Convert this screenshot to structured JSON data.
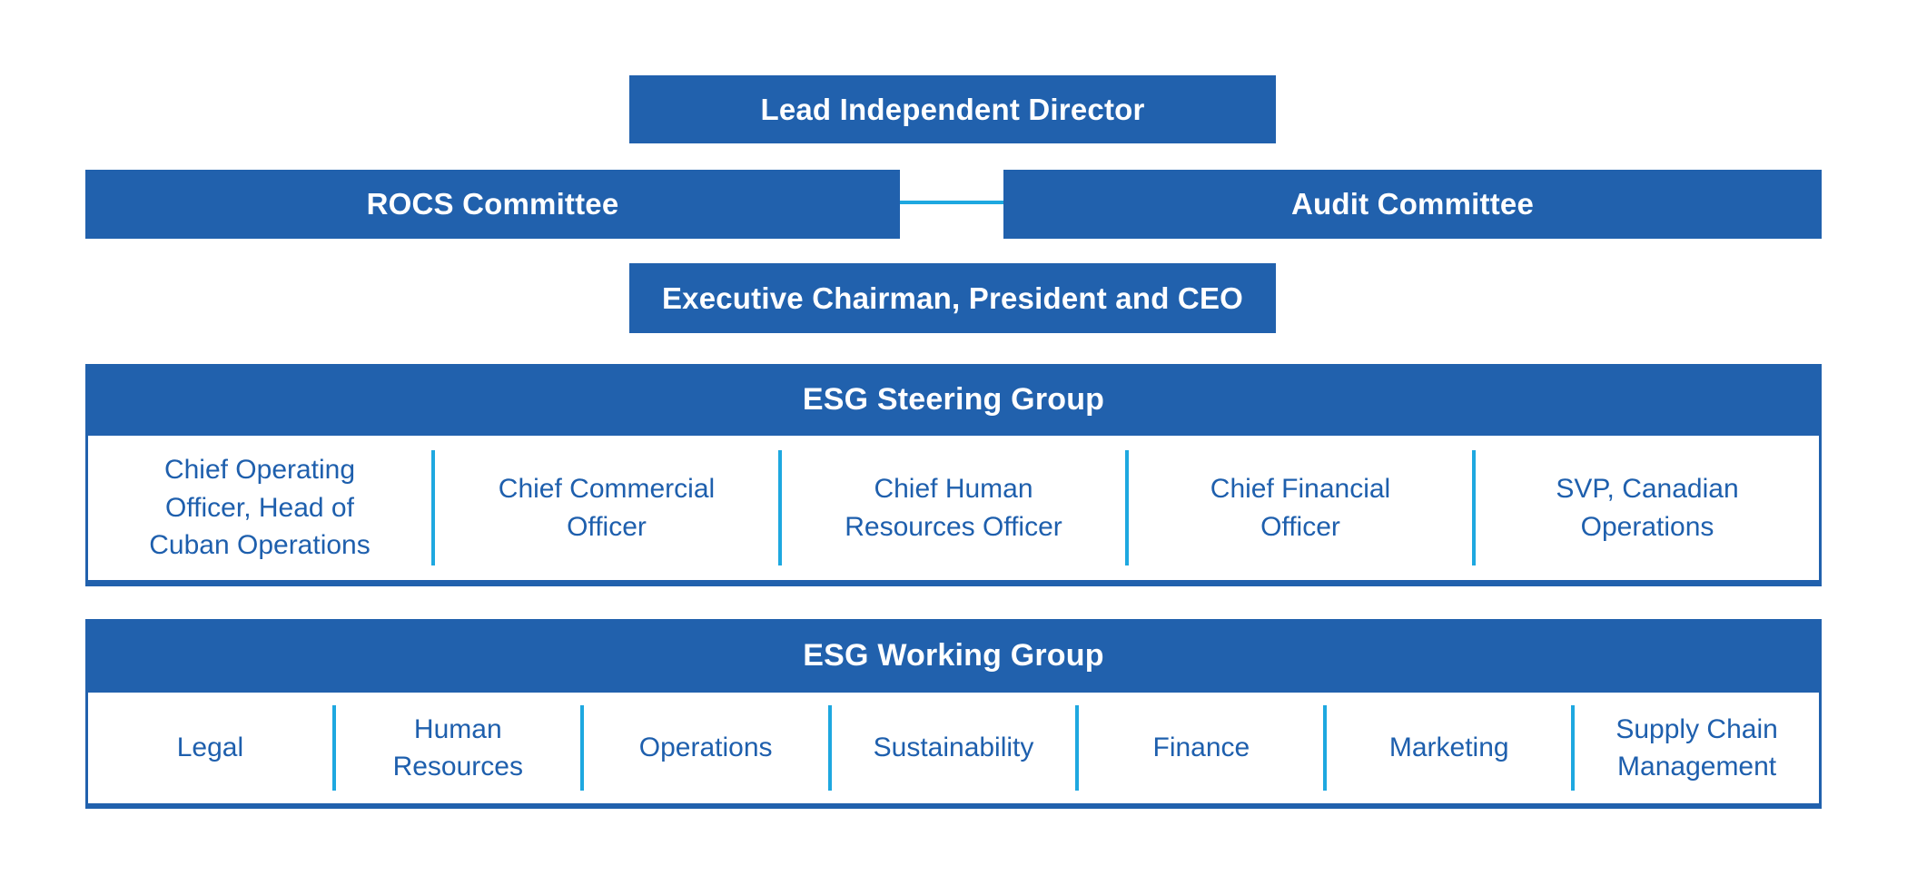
{
  "palette": {
    "box_blue": "#2161AD",
    "divider_cyan": "#1EA8E0",
    "cell_text_blue": "#1E5FAD",
    "background": "#FFFFFF"
  },
  "org_chart": {
    "top_box": {
      "label": "Lead Independent Director"
    },
    "committee_row": {
      "left_box": {
        "label": "ROCS Committee"
      },
      "right_box": {
        "label": "Audit Committee"
      }
    },
    "executive_box": {
      "label": "Executive Chairman, President and CEO"
    },
    "steering_group": {
      "title": "ESG Steering Group",
      "members": [
        {
          "label": "Chief Operating\nOfficer, Head of\nCuban Operations"
        },
        {
          "label": "Chief Commercial\nOfficer"
        },
        {
          "label": "Chief Human\nResources Officer"
        },
        {
          "label": "Chief Financial\nOfficer"
        },
        {
          "label": "SVP, Canadian\nOperations"
        }
      ]
    },
    "working_group": {
      "title": "ESG Working Group",
      "members": [
        {
          "label": "Legal"
        },
        {
          "label": "Human\nResources"
        },
        {
          "label": "Operations"
        },
        {
          "label": "Sustainability"
        },
        {
          "label": "Finance"
        },
        {
          "label": "Marketing"
        },
        {
          "label": "Supply Chain\nManagement"
        }
      ]
    }
  }
}
